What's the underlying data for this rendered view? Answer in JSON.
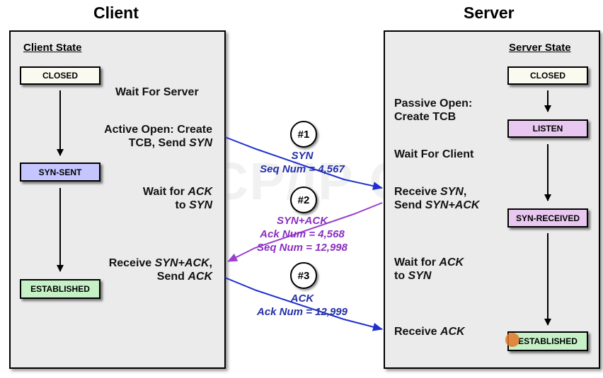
{
  "client": {
    "title": "Client",
    "state_heading": "Client State",
    "states": [
      "CLOSED",
      "SYN-SENT",
      "ESTABLISHED"
    ],
    "desc": {
      "wait_server": "Wait For Server",
      "active_open_1": "Active Open: Create",
      "active_open_2": "TCB, Send ",
      "active_open_syn": "SYN",
      "wait_ack_1": "Wait for ",
      "wait_ack_ack": "ACK",
      "wait_ack_2": "to ",
      "wait_ack_syn": "SYN",
      "recv_1": "Receive ",
      "recv_synack": "SYN+ACK",
      "recv_comma": ",",
      "recv_2": "Send ",
      "recv_ack": "ACK"
    }
  },
  "server": {
    "title": "Server",
    "state_heading": "Server State",
    "states": [
      "CLOSED",
      "LISTEN",
      "SYN-RECEIVED",
      "ESTABLISHED"
    ],
    "desc": {
      "passive_1": "Passive Open:",
      "passive_2": "Create TCB",
      "wait_client": "Wait For Client",
      "recv_1": "Receive ",
      "recv_syn": "SYN",
      "recv_comma": ",",
      "send_1": "Send ",
      "send_synack": "SYN+ACK",
      "wait_ack_1": "Wait for ",
      "wait_ack_ack": "ACK",
      "wait_ack_2": "to ",
      "wait_ack_syn": "SYN",
      "final_1": "Receive ",
      "final_ack": "ACK"
    }
  },
  "messages": [
    {
      "num": "#1",
      "label": "SYN",
      "lines": [
        "Seq Num = 4,567"
      ],
      "color": "#2330a8"
    },
    {
      "num": "#2",
      "label": "SYN+ACK",
      "lines": [
        "Ack Num = 4,568",
        "Seq Num = 12,998"
      ],
      "color": "#8a2fc0"
    },
    {
      "num": "#3",
      "label": "ACK",
      "lines": [
        "Ack Num = 12,999"
      ],
      "color": "#2330a8"
    }
  ],
  "watermark": "The TCP/IP Guide"
}
